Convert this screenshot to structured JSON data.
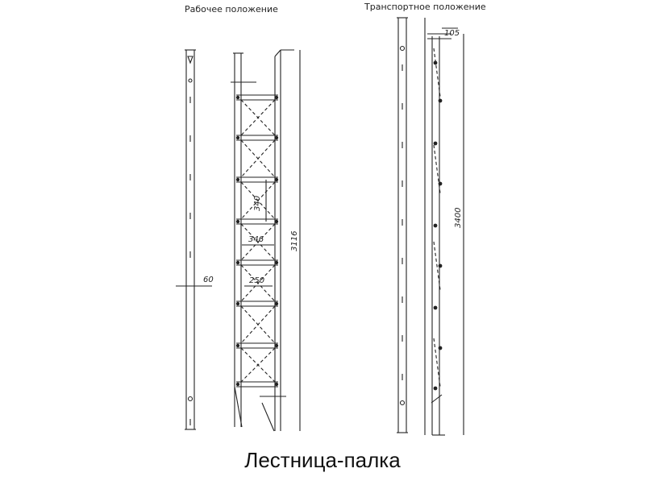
{
  "views": {
    "working_label": "Рабочее положение",
    "transport_label": "Транспортное положение"
  },
  "dimensions": {
    "width_60": "60",
    "step_340": "340",
    "width_346": "346",
    "width_250": "250",
    "height_3116": "3116",
    "offset_105": "105",
    "height_3400": "3400"
  },
  "caption": "Лестница-палка"
}
